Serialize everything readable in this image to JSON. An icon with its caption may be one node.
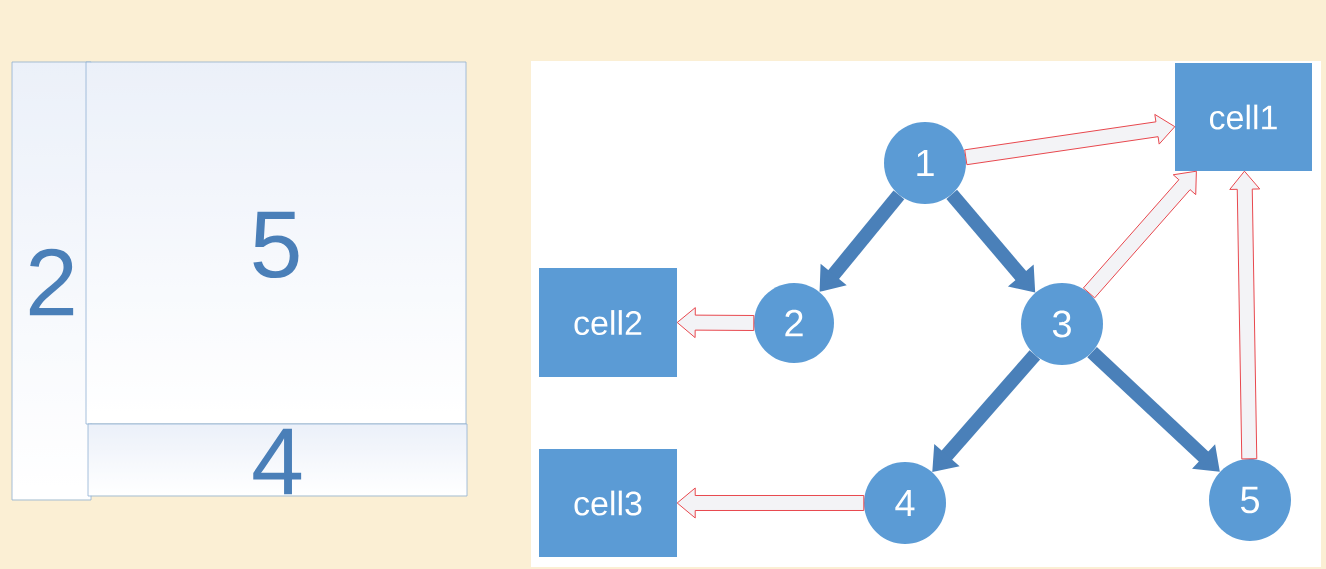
{
  "diagram": {
    "nodes": [
      {
        "text": [
          "2"
        ]
      },
      {
        "text": [
          "5"
        ]
      },
      {
        "text": [
          "4"
        ]
      },
      {
        "text": [
          "1"
        ]
      },
      {
        "text": [
          "2"
        ]
      },
      {
        "text": [
          "3"
        ]
      },
      {
        "text": [
          "4"
        ]
      },
      {
        "text": [
          "5"
        ]
      },
      {
        "text": [
          "cell1"
        ]
      },
      {
        "text": [
          "cell2"
        ]
      },
      {
        "text": [
          "cell3"
        ]
      }
    ],
    "edges": [
      {
        "from": 3,
        "to": 4,
        "arrow": "to",
        "color": "#4a80b9"
      },
      {
        "from": 3,
        "to": 5,
        "arrow": "to",
        "color": "#4a80b9"
      },
      {
        "from": 5,
        "to": 6,
        "arrow": "to",
        "color": "#4a80b9"
      },
      {
        "from": 5,
        "to": 7,
        "arrow": "to",
        "color": "#4a80b9"
      },
      {
        "from": 3,
        "to": 8,
        "arrow": "to"
      },
      {
        "from": 5,
        "to": 8,
        "arrow": "to"
      },
      {
        "from": 7,
        "to": 8,
        "arrow": "to"
      },
      {
        "from": 4,
        "to": 9,
        "arrow": "to"
      },
      {
        "from": 6,
        "to": 10,
        "arrow": "to"
      }
    ]
  }
}
